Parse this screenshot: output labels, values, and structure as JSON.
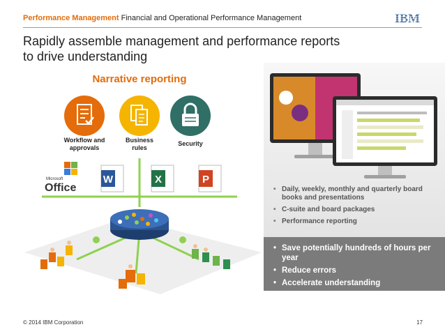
{
  "header": {
    "brand": "Performance Management",
    "subtitle": "Financial and Operational Performance Management",
    "logo_text": "IBM"
  },
  "slide": {
    "title_line1": "Rapidly assemble management and performance reports",
    "title_line2": "to drive understanding"
  },
  "narrative": {
    "title": "Narrative reporting",
    "items": [
      {
        "label_line1": "Workflow and",
        "label_line2": "approvals",
        "icon": "checklist-icon",
        "color": "#e46c0a"
      },
      {
        "label_line1": "Business",
        "label_line2": "rules",
        "icon": "documents-icon",
        "color": "#f5b400"
      },
      {
        "label_line1": "Security",
        "label_line2": "",
        "icon": "lock-icon",
        "color": "#2f6f66"
      }
    ]
  },
  "office": {
    "brand_small": "Microsoft",
    "brand_large": "Office",
    "word_letter": "W",
    "excel_letter": "X",
    "ppt_letter": "P"
  },
  "features": [
    "Daily, weekly, monthly and quarterly board books and presentations",
    "C-suite and board packages",
    "Performance reporting"
  ],
  "benefits": [
    "Save potentially hundreds of hours per year",
    "Reduce errors",
    "Accelerate understanding"
  ],
  "footer": {
    "copyright": "© 2014 IBM Corporation",
    "page": "17"
  },
  "colors": {
    "accent": "#e46c0a",
    "dark_panel": "#7b7b7b"
  }
}
